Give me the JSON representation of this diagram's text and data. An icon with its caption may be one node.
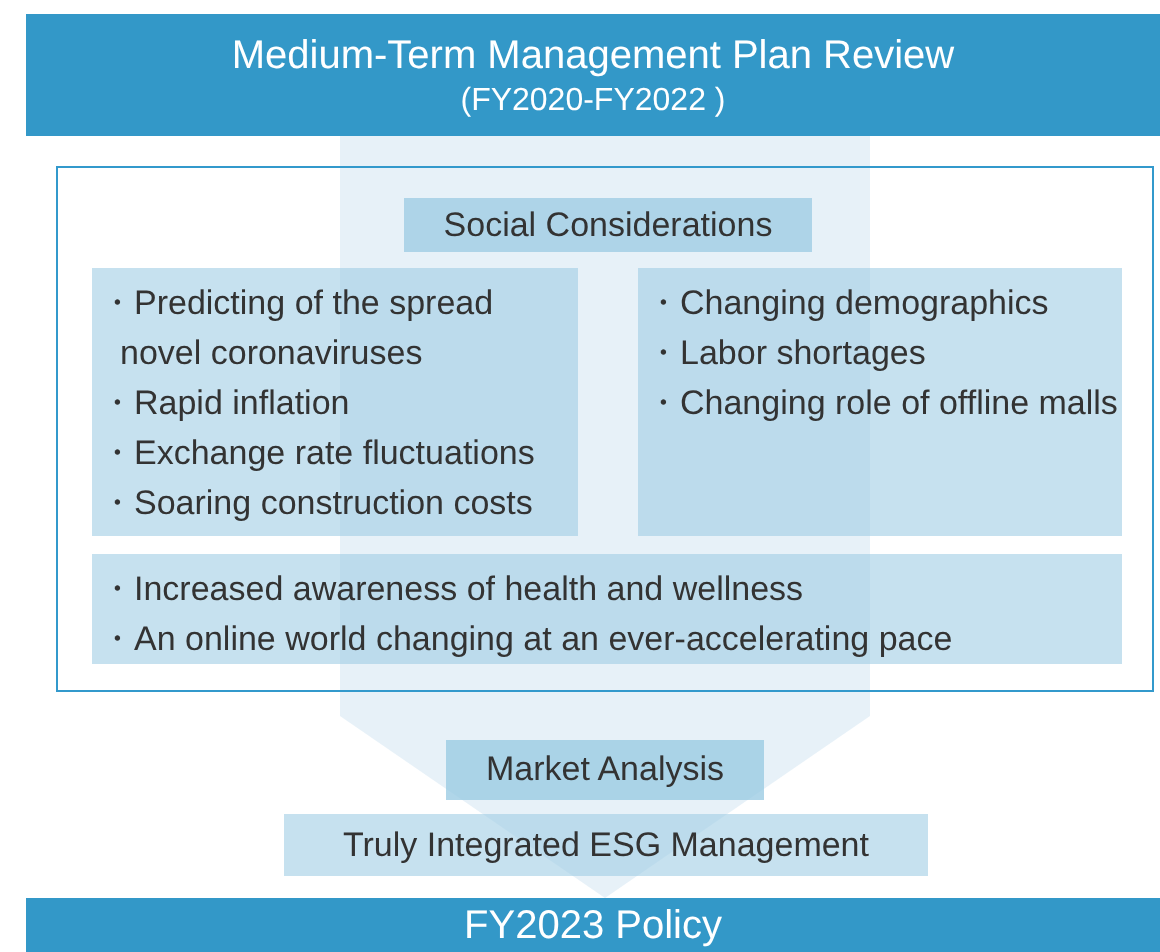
{
  "diagram": {
    "nodes": [
      {
        "text": [
          "Medium-Term Management Plan Review",
          "(FY2020-FY2022 )"
        ]
      },
      {
        "text": [],
        "shape": "box"
      },
      {
        "text": [
          "Social Considerations"
        ],
        "in": 1
      },
      {
        "text": [
          "・Predicting of the spread novel coronaviruses",
          "・Rapid inflation",
          "・Exchange rate fluctuations",
          "・Soaring construction costs"
        ],
        "in": 1
      },
      {
        "text": [
          "・Changing demographics",
          "・Labor shortages",
          "・Changing role of offline malls"
        ],
        "in": 1
      },
      {
        "text": [
          "・Increased awareness of health and wellness",
          "・An online world changing at an ever-accelerating pace"
        ],
        "in": 1
      },
      {
        "text": [
          "Market Analysis"
        ]
      },
      {
        "text": [
          "Truly Integrated ESG Management"
        ]
      },
      {
        "text": [
          "FY2023 Policy"
        ]
      }
    ],
    "edges": [
      {
        "from": 0,
        "to": 8,
        "arrow": "to"
      }
    ]
  }
}
